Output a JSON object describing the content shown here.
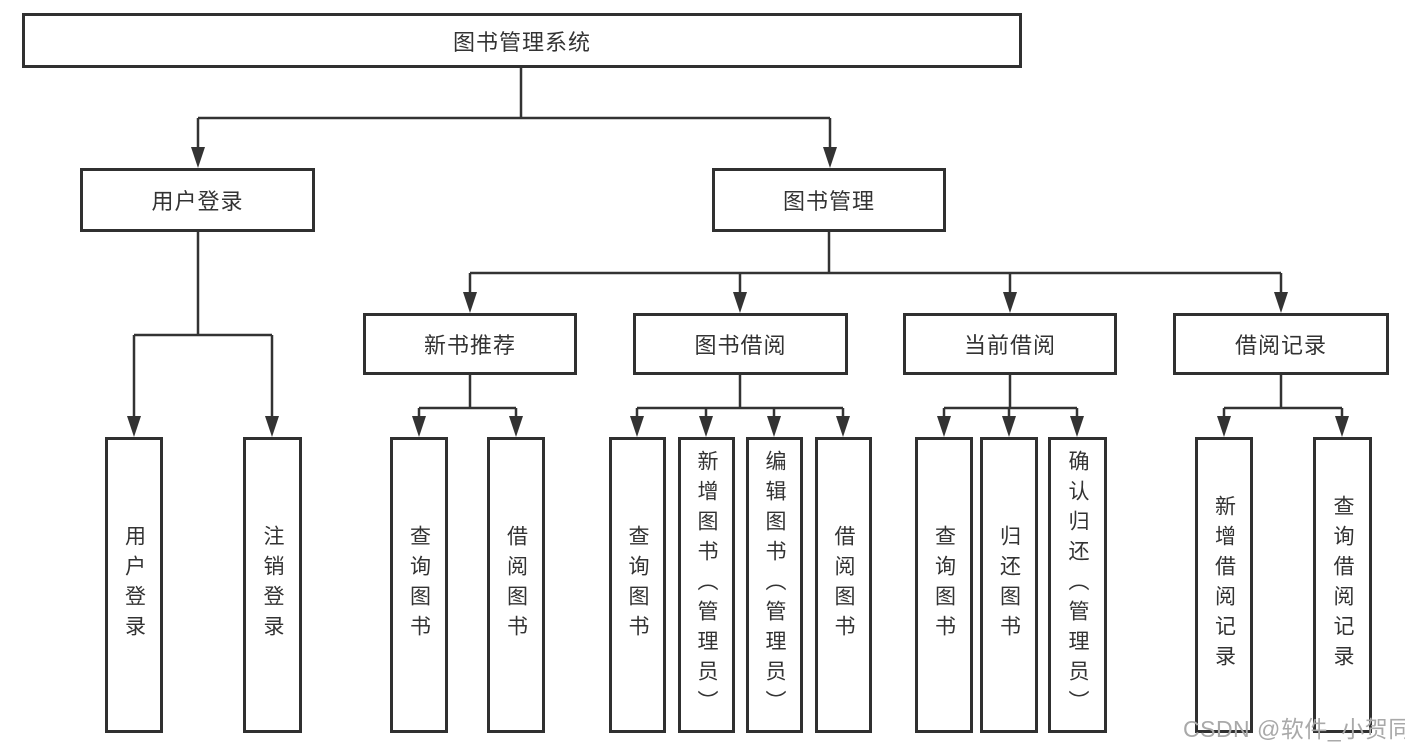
{
  "tree": {
    "root": {
      "label": "图书管理系统",
      "children": [
        {
          "label": "用户登录",
          "children": [
            {
              "label": "用户登录"
            },
            {
              "label": "注销登录"
            }
          ]
        },
        {
          "label": "图书管理",
          "children": [
            {
              "label": "新书推荐",
              "children": [
                {
                  "label": "查询图书"
                },
                {
                  "label": "借阅图书"
                }
              ]
            },
            {
              "label": "图书借阅",
              "children": [
                {
                  "label": "查询图书"
                },
                {
                  "label": "新增图书（管理员）"
                },
                {
                  "label": "编辑图书（管理员）"
                },
                {
                  "label": "借阅图书"
                }
              ]
            },
            {
              "label": "当前借阅",
              "children": [
                {
                  "label": "查询图书"
                },
                {
                  "label": "归还图书"
                },
                {
                  "label": "确认归还（管理员）"
                }
              ]
            },
            {
              "label": "借阅记录",
              "children": [
                {
                  "label": "新增借阅记录"
                },
                {
                  "label": "查询借阅记录"
                }
              ]
            }
          ]
        }
      ]
    }
  },
  "watermark": {
    "text": "CSDN @软件_小贺同学"
  },
  "colors": {
    "line": "#333333",
    "box_border": "#303030",
    "box_background": "#ffffff",
    "text": "#333333",
    "watermark": "#a9a9a9"
  }
}
